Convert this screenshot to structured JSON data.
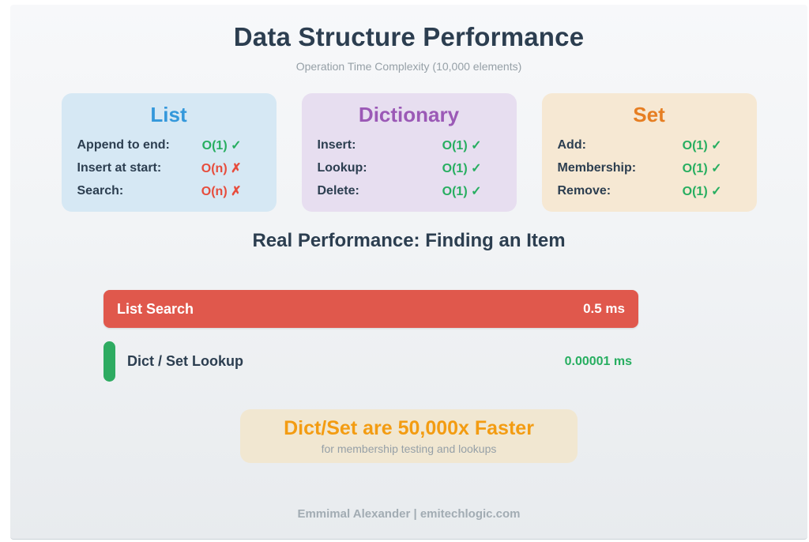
{
  "header": {
    "title": "Data Structure Performance",
    "subtitle": "Operation Time Complexity (10,000 elements)"
  },
  "cards": [
    {
      "title": "List",
      "title_color": "#3498db",
      "bg": "#d6e8f4",
      "rows": [
        {
          "label": "Append to end:",
          "value": "O(1)",
          "mark": "✓",
          "color": "#27ae60"
        },
        {
          "label": "Insert at start:",
          "value": "O(n)",
          "mark": "✗",
          "color": "#e74c3c"
        },
        {
          "label": "Search:",
          "value": "O(n)",
          "mark": "✗",
          "color": "#e74c3c"
        }
      ]
    },
    {
      "title": "Dictionary",
      "title_color": "#9b59b6",
      "bg": "#e7def0",
      "rows": [
        {
          "label": "Insert:",
          "value": "O(1)",
          "mark": "✓",
          "color": "#27ae60"
        },
        {
          "label": "Lookup:",
          "value": "O(1)",
          "mark": "✓",
          "color": "#27ae60"
        },
        {
          "label": "Delete:",
          "value": "O(1)",
          "mark": "✓",
          "color": "#27ae60"
        }
      ]
    },
    {
      "title": "Set",
      "title_color": "#e67e22",
      "bg": "#f6e8d3",
      "rows": [
        {
          "label": "Add:",
          "value": "O(1)",
          "mark": "✓",
          "color": "#27ae60"
        },
        {
          "label": "Membership:",
          "value": "O(1)",
          "mark": "✓",
          "color": "#27ae60"
        },
        {
          "label": "Remove:",
          "value": "O(1)",
          "mark": "✓",
          "color": "#27ae60"
        }
      ]
    }
  ],
  "chart_data": {
    "type": "bar",
    "orientation": "horizontal",
    "title": "Real Performance: Finding an Item",
    "categories": [
      "List Search",
      "Dict / Set Lookup"
    ],
    "values_ms": [
      0.5,
      1e-05
    ],
    "value_labels": [
      "0.5 ms",
      "0.00001 ms"
    ],
    "bar_colors": [
      "#e0584c",
      "#2eab61"
    ],
    "value_label_colors": [
      "#ffffff",
      "#27ae60"
    ],
    "axis": "none",
    "grid": false,
    "legend": "none"
  },
  "callout": {
    "title": "Dict/Set are 50,000x Faster",
    "subtitle": "for membership testing and lookups",
    "title_color": "#f39c12",
    "bg": "#f1e7d1"
  },
  "footer": {
    "credit": "Emmimal Alexander | emitechlogic.com"
  },
  "colors": {
    "heading": "#2c3e50",
    "muted": "#96a0a7",
    "good": "#27ae60",
    "bad": "#e74c3c"
  }
}
